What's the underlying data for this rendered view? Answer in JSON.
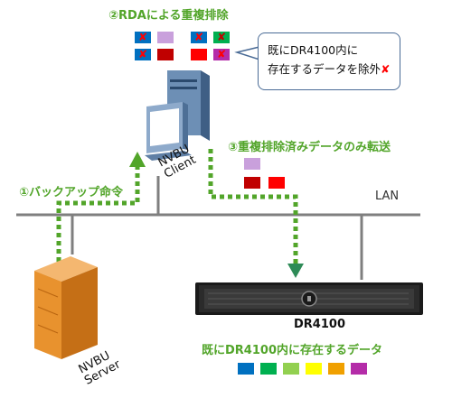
{
  "step2": {
    "label": "②RDAによる重複排除"
  },
  "callout": {
    "line1": "既にDR4100内に",
    "line2": "存在するデータを除外",
    "mark": "✘"
  },
  "step3": {
    "label": "③重複排除済みデータのみ転送"
  },
  "step1": {
    "label": "①バックアップ命令"
  },
  "client": {
    "line1": "NVBU",
    "line2": "Client"
  },
  "server": {
    "line1": "NVBU",
    "line2": "Server"
  },
  "network": {
    "label": "LAN"
  },
  "appliance": {
    "label": "DR4100",
    "caption": "既にDR4100内に存在するデータ"
  },
  "x_mark": "✘",
  "colors": {
    "green": "#52a52a",
    "blue": "#0070c0",
    "orange": "#f0a000",
    "lavender": "#c9a0dc",
    "dark_red": "#c00000",
    "red": "#ff0000",
    "magenta": "#b42ca8",
    "teal_green": "#00b050",
    "lime": "#92d050",
    "yellow": "#ffff00",
    "line_gray": "#808080"
  }
}
